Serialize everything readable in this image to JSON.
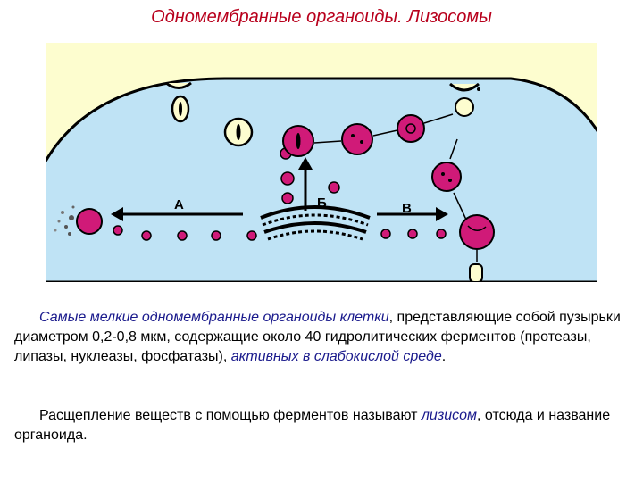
{
  "title": "Одномембранные органоиды. Лизосомы",
  "figure": {
    "labels": {
      "a": "А",
      "b": "Б",
      "v": "В"
    },
    "colors": {
      "background": "#fdfdcf",
      "cytoplasm": "#bfe3f5",
      "lysosome": "#d01a78",
      "outline": "#000000"
    }
  },
  "paragraph1": {
    "part1": "Самые мелкие одномембранные органоиды клетки",
    "part2": ", представляющие собой пузырьки диаметром 0,2-0,8 мкм, содержащие около 40 гидролитических ферментов (протеазы, липазы, нуклеазы, фосфатазы), ",
    "part3": "активных в слабокислой среде",
    "part4": "."
  },
  "paragraph2": {
    "part1": "Расщепление веществ с помощью ферментов называют ",
    "part2": "лизисом",
    "part3": ", отсюда и название органоида."
  }
}
